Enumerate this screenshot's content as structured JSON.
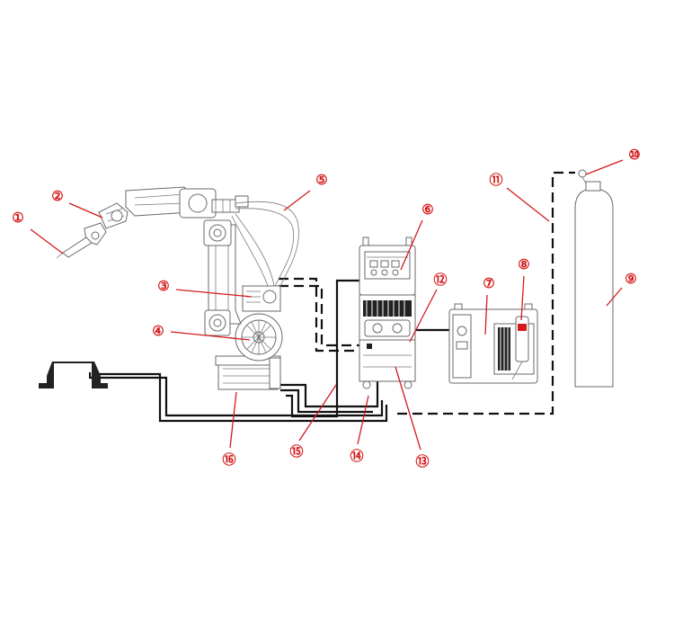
{
  "labels": [
    {
      "id": "1",
      "glyph": "①"
    },
    {
      "id": "2",
      "glyph": "②"
    },
    {
      "id": "3",
      "glyph": "③"
    },
    {
      "id": "4",
      "glyph": "④"
    },
    {
      "id": "5",
      "glyph": "⑤"
    },
    {
      "id": "6",
      "glyph": "⑥"
    },
    {
      "id": "7",
      "glyph": "⑦"
    },
    {
      "id": "8",
      "glyph": "⑧"
    },
    {
      "id": "9",
      "glyph": "⑨"
    },
    {
      "id": "10",
      "glyph": "⑩"
    },
    {
      "id": "11",
      "glyph": "⑪"
    },
    {
      "id": "12",
      "glyph": "⑫"
    },
    {
      "id": "13",
      "glyph": "⑬"
    },
    {
      "id": "14",
      "glyph": "⑭"
    },
    {
      "id": "15",
      "glyph": "⑮"
    },
    {
      "id": "16",
      "glyph": "⑯"
    }
  ],
  "colors": {
    "label": "#d51a1a",
    "cable": "#111111",
    "outline": "#6a6a6a"
  }
}
